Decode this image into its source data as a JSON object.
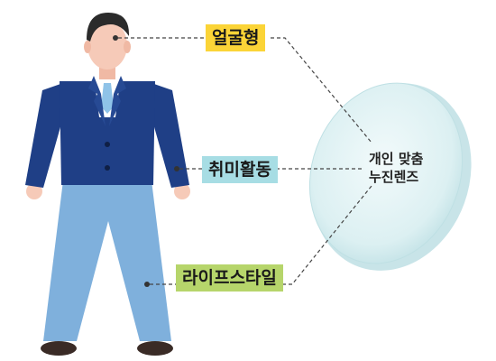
{
  "labels": {
    "face": "얼굴형",
    "hobby": "취미활동",
    "lifestyle": "라이프스타일"
  },
  "lens": {
    "line1": "개인 맞춤",
    "line2": "누진렌즈"
  },
  "colors": {
    "face_label_bg": "#fbd437",
    "hobby_label_bg": "#a7dde4",
    "lifestyle_label_bg": "#b6d56b",
    "suit": "#1f3f86",
    "trousers": "#7fb0dc",
    "skin": "#f6cab8",
    "lens": "#d8eef0"
  },
  "icons": [
    "person-illustration",
    "contact-lens-illustration"
  ]
}
